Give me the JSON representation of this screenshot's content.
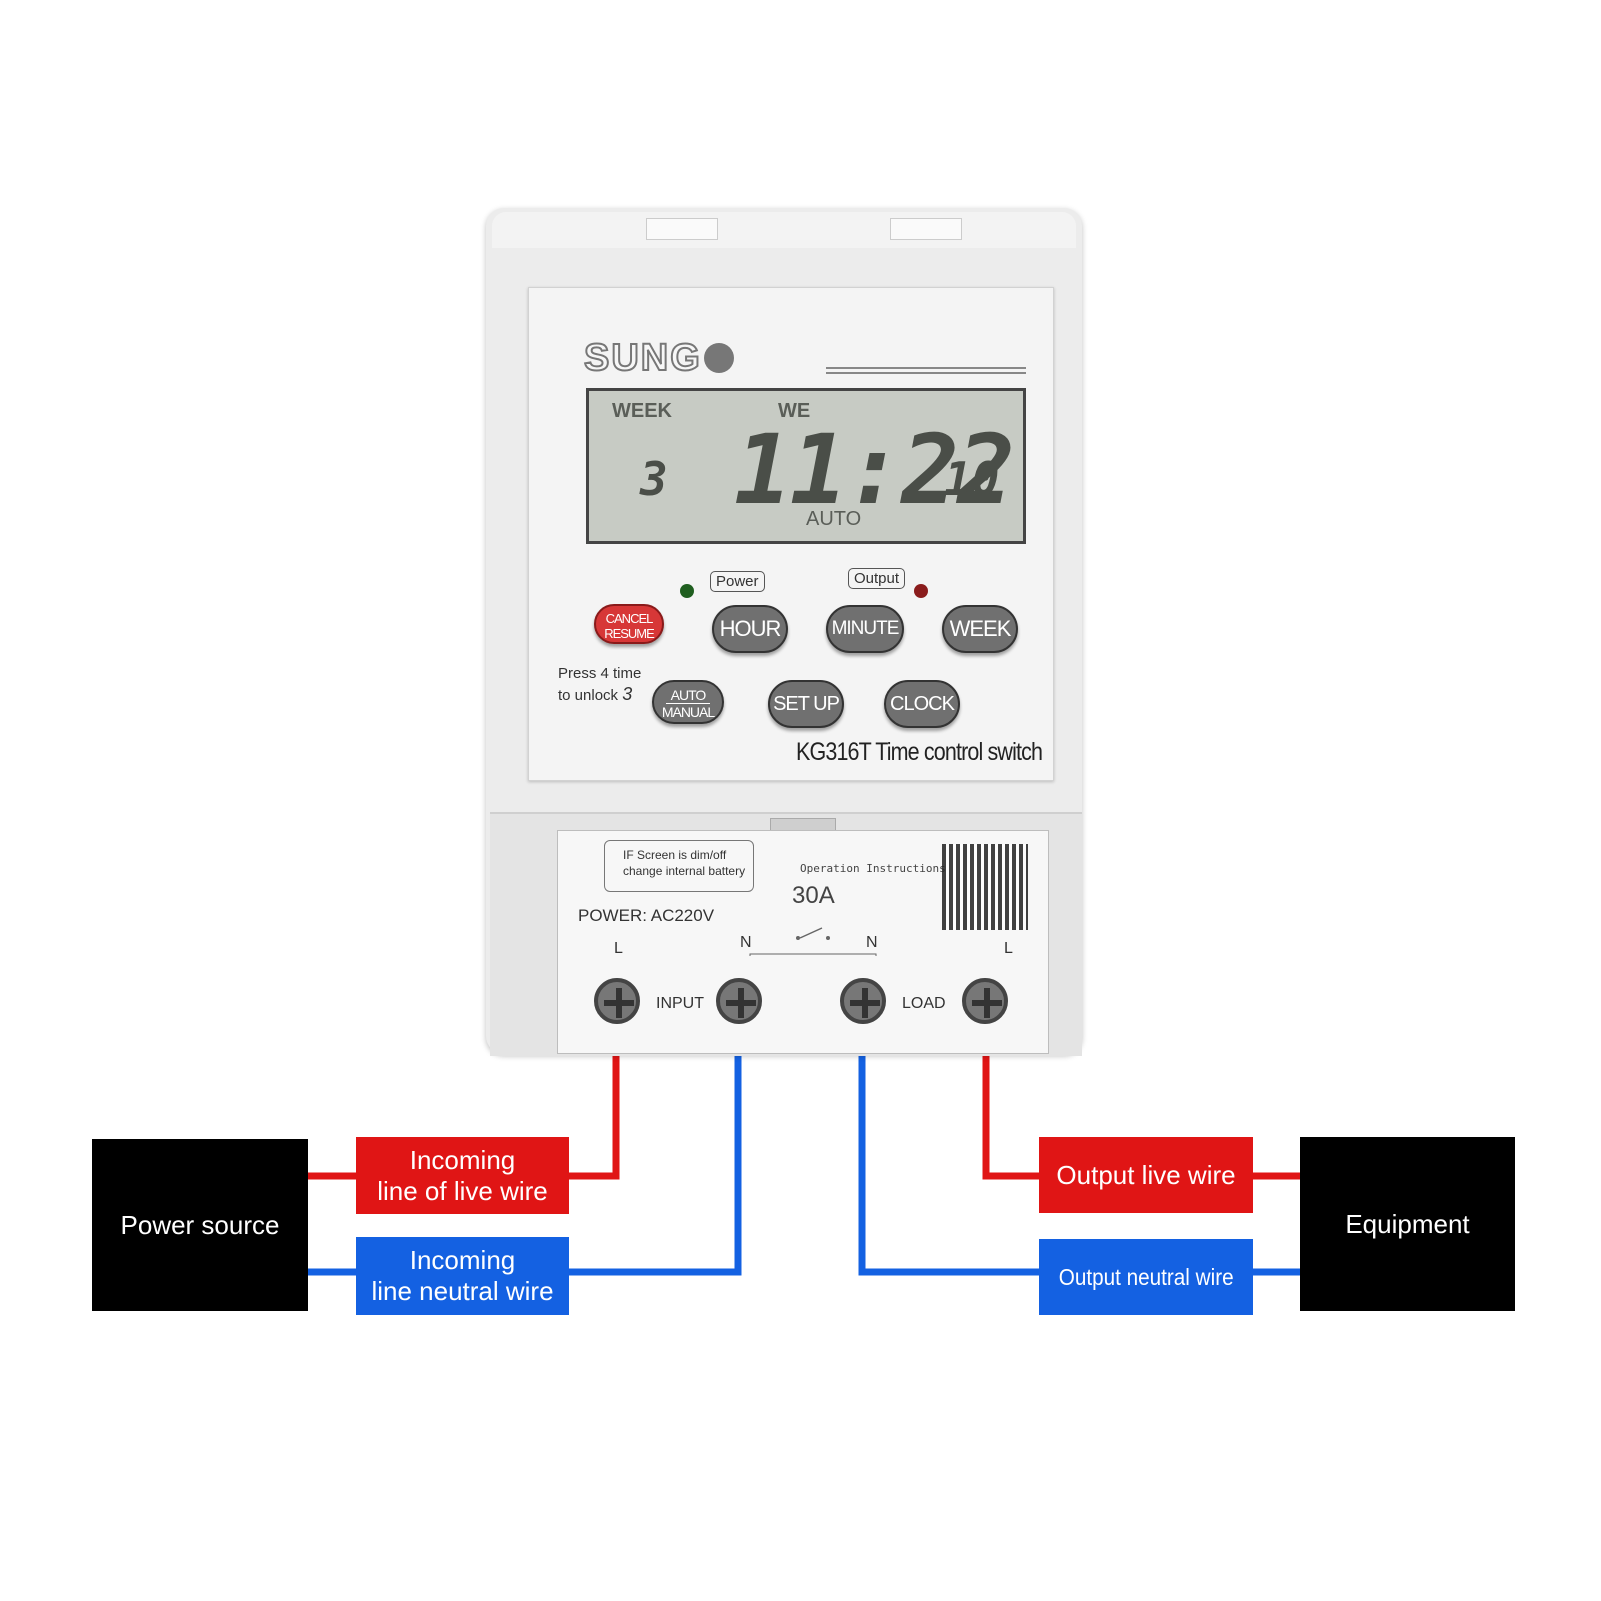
{
  "device": {
    "brand": "SUNG",
    "lcd": {
      "week_label": "WEEK",
      "day_indicator": "WE",
      "day_digit": "3",
      "time": "11:22",
      "seconds": "10",
      "mode": "AUTO"
    },
    "indicators": {
      "power": "Power",
      "output": "Output"
    },
    "buttons": {
      "cancel_top": "CANCEL",
      "cancel_bottom": "RESUME",
      "hour": "HOUR",
      "minute": "MINUTE",
      "week": "WEEK",
      "auto_top": "AUTO",
      "auto_bottom": "MANUAL",
      "setup": "SET UP",
      "clock": "CLOCK"
    },
    "unlock_line1": "Press 4 time",
    "unlock_line2": "to unlock",
    "unlock_glyph": "3",
    "model": "KG316T Time control switch"
  },
  "label": {
    "battery_line1": "IF Screen is dim/off",
    "battery_line2": "change internal battery",
    "instructions": "Operation Instructions",
    "current": "30A",
    "power": "POWER: AC220V",
    "terminals": [
      "L",
      "N",
      "N",
      "L"
    ],
    "input": "INPUT",
    "load": "LOAD"
  },
  "wiring": {
    "power_source": "Power source",
    "equipment": "Equipment",
    "incoming_live": [
      "Incoming",
      "line of live wire"
    ],
    "incoming_neutral": [
      "Incoming",
      "line neutral wire"
    ],
    "output_live": "Output live wire",
    "output_neutral": "Output neutral wire",
    "colors": {
      "live": "#e01515",
      "neutral": "#1461e2",
      "box": "#000000"
    }
  }
}
